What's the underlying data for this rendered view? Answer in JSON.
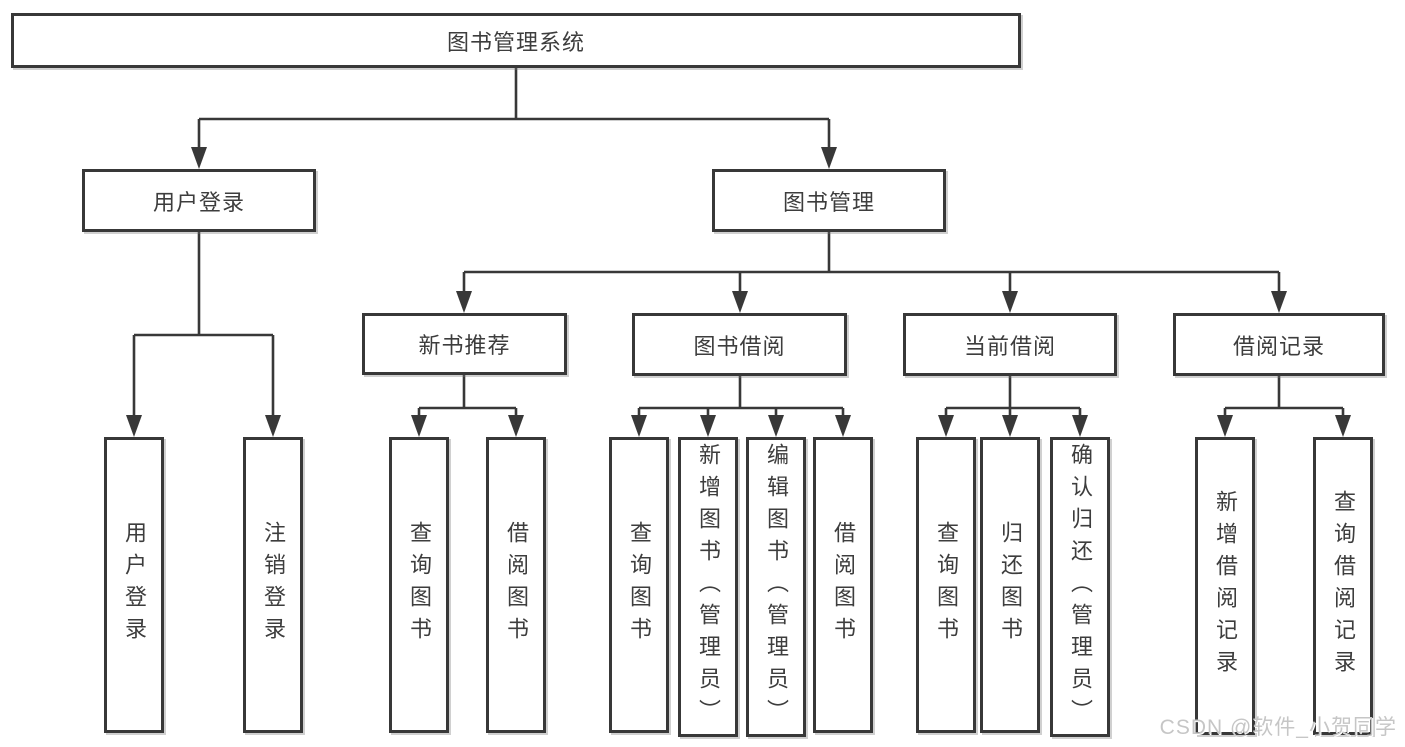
{
  "diagram": {
    "root": {
      "label": "图书管理系统"
    },
    "level2": [
      {
        "label": "用户登录"
      },
      {
        "label": "图书管理"
      }
    ],
    "level3": [
      {
        "label": "新书推荐"
      },
      {
        "label": "图书借阅"
      },
      {
        "label": "当前借阅"
      },
      {
        "label": "借阅记录"
      }
    ],
    "leaves": [
      {
        "label": "用户登录"
      },
      {
        "label": "注销登录"
      },
      {
        "label": "查询图书"
      },
      {
        "label": "借阅图书"
      },
      {
        "label": "查询图书"
      },
      {
        "label": "新增图书（管理员）"
      },
      {
        "label": "编辑图书（管理员）"
      },
      {
        "label": "借阅图书"
      },
      {
        "label": "查询图书"
      },
      {
        "label": "归还图书"
      },
      {
        "label": "确认归还（管理员）"
      },
      {
        "label": "新增借阅记录"
      },
      {
        "label": "查询借阅记录"
      }
    ],
    "line_color": "#383838"
  },
  "watermark": {
    "text": "CSDN @软件_小贺同学"
  }
}
